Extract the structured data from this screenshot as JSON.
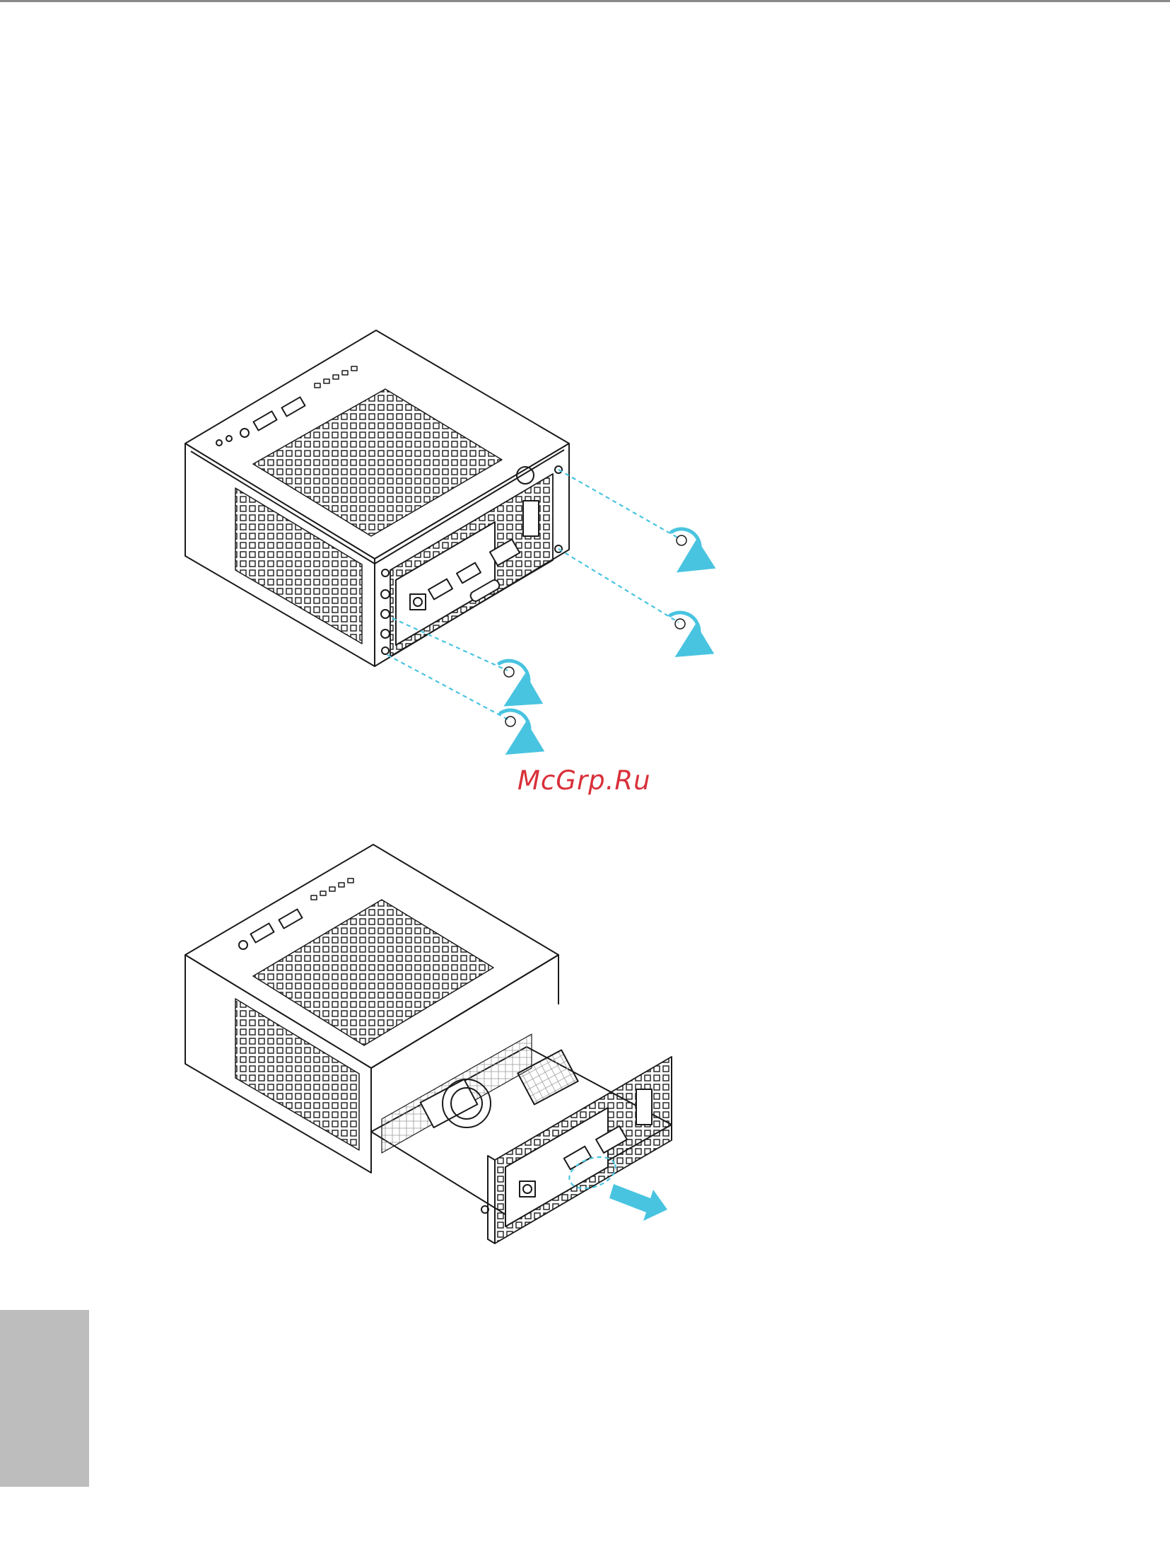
{
  "page": {
    "watermark": "McGrp.Ru"
  },
  "colors": {
    "line": "#1a1a1a",
    "accent": "#49c4e0",
    "watermark": "#d9303a",
    "side_tab": "#bdbdbd"
  },
  "figures": [
    {
      "id": "remove-screws",
      "icon": "screw-rotate-arrows"
    },
    {
      "id": "slide-tray-out",
      "icon": "pull-out-arrow"
    }
  ]
}
